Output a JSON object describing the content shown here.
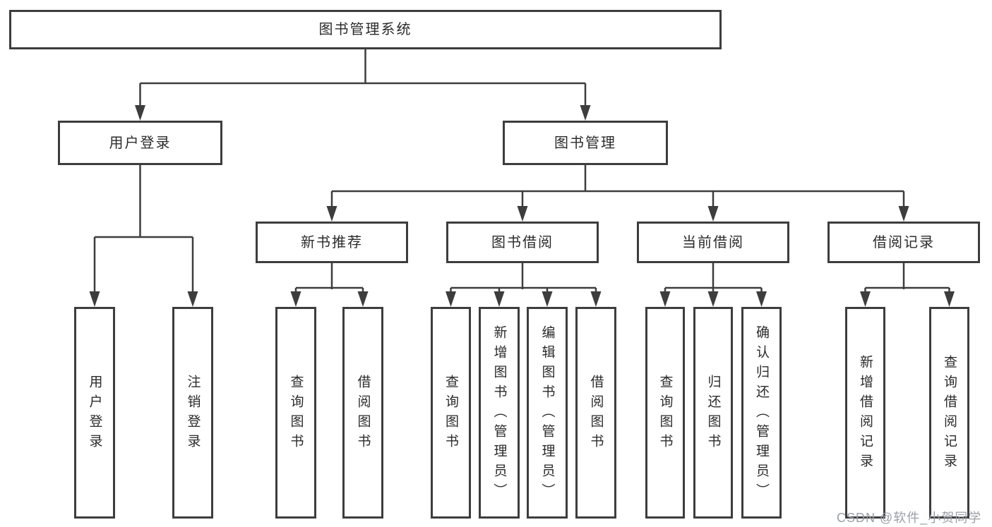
{
  "diagram": {
    "type": "tree",
    "title": "图书管理系统",
    "line_color": "#3d3d3d",
    "box_border_color": "#3d3d3d",
    "box_background": "#ffffff",
    "text_color": "#2b2b2b",
    "background": "#ffffff"
  },
  "tree": {
    "root": {
      "label": "图书管理系统"
    },
    "branches": [
      {
        "label": "用户登录",
        "children": [
          {
            "label": "用户登录"
          },
          {
            "label": "注销登录"
          }
        ]
      },
      {
        "label": "图书管理",
        "children": [
          {
            "label": "新书推荐",
            "children": [
              {
                "label": "查询图书"
              },
              {
                "label": "借阅图书"
              }
            ]
          },
          {
            "label": "图书借阅",
            "children": [
              {
                "label": "查询图书"
              },
              {
                "label": "新增图书（管理员）"
              },
              {
                "label": "编辑图书（管理员）"
              },
              {
                "label": "借阅图书"
              }
            ]
          },
          {
            "label": "当前借阅",
            "children": [
              {
                "label": "查询图书"
              },
              {
                "label": "归还图书"
              },
              {
                "label": "确认归还（管理员）"
              }
            ]
          },
          {
            "label": "借阅记录",
            "children": [
              {
                "label": "新增借阅记录"
              },
              {
                "label": "查询借阅记录"
              }
            ]
          }
        ]
      }
    ]
  },
  "watermark": {
    "text": "CSDN @软件_小贺同学",
    "color": "#9aa0a8"
  }
}
